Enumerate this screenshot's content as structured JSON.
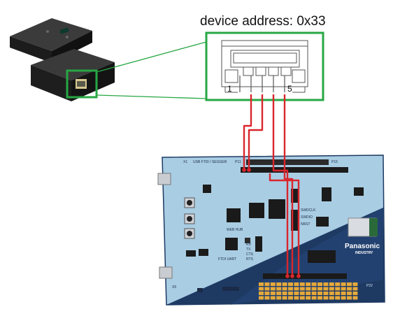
{
  "diagram": {
    "title": "device address: 0x33",
    "pin_labels": {
      "first": "1",
      "last": "5"
    },
    "board": {
      "brand": "Panasonic",
      "brand_sub": "INDUSTRY",
      "connector_x1": "X1",
      "connector_label": "USB FTDI / SEGGER",
      "header_p11": "P11",
      "header_p15": "P15",
      "label_uart": "FTDI UART",
      "label_web": "WEB HUB",
      "label_x5": "X5",
      "label_p22": "P22",
      "label_swdclk": "SWDCLK",
      "label_swdio": "SWDIO",
      "label_nrst": "NRST",
      "label_rx": "RX",
      "label_tx": "TX",
      "label_cts": "CTS",
      "label_rts": "RTS"
    },
    "colors": {
      "highlight": "#27a744",
      "wire": "#d9262c",
      "board": "#a9cde3",
      "board_dark": "#1e3a63"
    }
  }
}
